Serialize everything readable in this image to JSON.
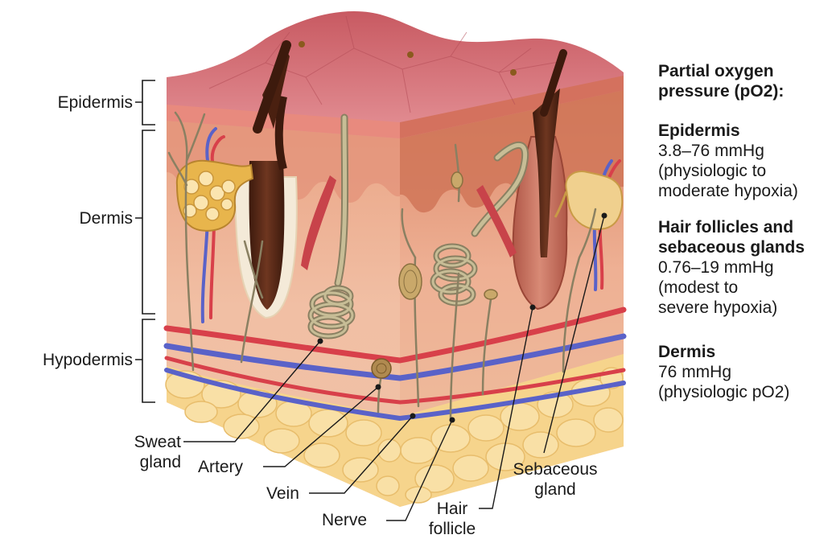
{
  "labels": {
    "epidermis": "Epidermis",
    "dermis": "Dermis",
    "hypodermis": "Hypodermis",
    "sweat_gland": [
      "Sweat",
      "gland"
    ],
    "artery": "Artery",
    "vein": "Vein",
    "nerve": "Nerve",
    "hair_follicle": [
      "Hair",
      "follicle"
    ],
    "sebaceous_gland": [
      "Sebaceous",
      "gland"
    ]
  },
  "legend": {
    "title": [
      "Partial oxygen",
      "pressure (pO2):"
    ],
    "sections": [
      {
        "name": "Epidermis",
        "lines": [
          "3.8–76 mmHg",
          "(physiologic to",
          "moderate hypoxia)"
        ]
      },
      {
        "name": [
          "Hair follicles and",
          "sebaceous glands"
        ],
        "lines": [
          "0.76–19 mmHg",
          "(modest to",
          "severe hypoxia)"
        ]
      },
      {
        "name": "Dermis",
        "lines": [
          "76 mmHg",
          "(physiologic pO2)"
        ]
      }
    ]
  },
  "colors": {
    "epidermis_top": "#d9777a",
    "dermis": "#efb79c",
    "hypodermis_fat": "#f6d48c",
    "artery": "#d8404a",
    "vein": "#5a62c8",
    "nerve": "#8a8062",
    "hair": "#5a2a16"
  }
}
